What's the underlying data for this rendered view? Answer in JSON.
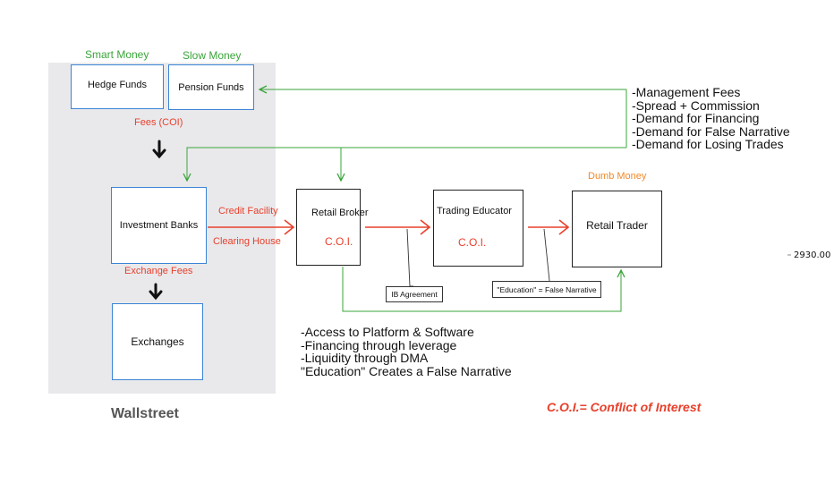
{
  "labels": {
    "smart_money": "Smart Money",
    "slow_money": "Slow Money",
    "fees_coi": "Fees (COI)",
    "credit_facility": "Credit Facility",
    "clearing_house": "Clearing House",
    "exchange_fees": "Exchange Fees",
    "dumb_money": "Dumb Money",
    "wallstreet": "Wallstreet",
    "value": "2930.00",
    "legend": "C.O.I.= Conflict of Interest"
  },
  "nodes": {
    "hedge_funds": "Hedge Funds",
    "pension_funds": "Pension Funds",
    "investment_banks": "Investment Banks",
    "exchanges": "Exchanges",
    "retail_broker": "Retail Broker",
    "retail_broker_coi": "C.O.I.",
    "trading_educator": "Trading Educator",
    "trading_educator_coi": "C.O.I.",
    "retail_trader": "Retail Trader"
  },
  "callouts": {
    "ib_agreement": "IB Agreement",
    "education": "\"Education\" = False Narrative"
  },
  "fees_list": [
    "-Management Fees",
    "-Spread + Commission",
    "-Demand for Financing",
    "-Demand for False Narrative",
    "-Demand for Losing Trades"
  ],
  "broker_list": [
    "-Access to Platform & Software",
    "-Financing through leverage",
    "-Liquidity through DMA",
    "\"Education\" Creates a False Narrative"
  ],
  "colors": {
    "blue_box": "#3b84d6",
    "green": "#3aa53a",
    "red": "#e8402c",
    "orange": "#f08a2a",
    "wallstreet_bg": "#e9e9ec"
  }
}
